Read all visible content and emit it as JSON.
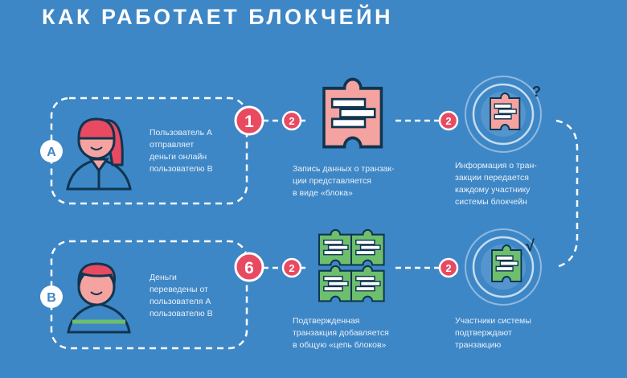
{
  "title": "КАК РАБОТАЕТ БЛОКЧЕЙН",
  "colors": {
    "background": "#3e87c6",
    "accent": "#e84a62",
    "puzzle_pending": "#f4a3a0",
    "puzzle_confirmed": "#6dbf6e",
    "outline": "#0f3550"
  },
  "users": {
    "a": {
      "label": "A",
      "text": "Пользователь А\nотправляет\nденьги онлайн\nпользователю В"
    },
    "b": {
      "label": "B",
      "text": "Деньги\nпереведены от\nпользователя А\nпользователю В"
    }
  },
  "steps": {
    "row1": {
      "main_badge": "1",
      "badge_left": "2",
      "badge_right": "2",
      "block_text": "Запись данных о транзак-\nции представляется\nв виде «блока»",
      "broadcast_text": "Информация о тран-\nзакции передается\nкаждому участнику\nсистемы блокчейн",
      "broadcast_mark": "?"
    },
    "row2": {
      "main_badge": "6",
      "badge_left": "2",
      "badge_right": "2",
      "chain_text": "Подтвержденная\nтранзакция добавляется\nв общую «цепь блоков»",
      "confirm_text": "Участники системы\nподтверждают\nтранзакцию",
      "confirm_mark": "√"
    }
  }
}
